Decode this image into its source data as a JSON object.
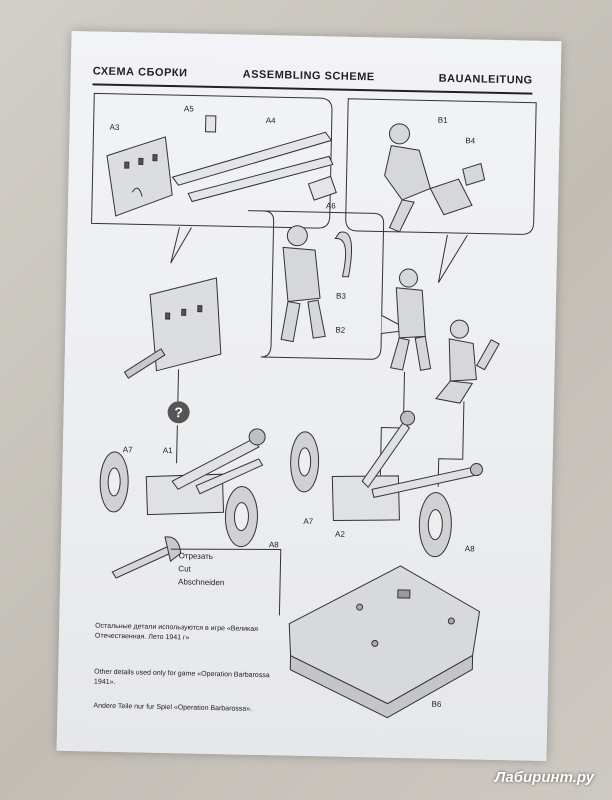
{
  "header": {
    "title_ru": "СХЕМА СБОРКИ",
    "title_en": "ASSEMBLING SCHEME",
    "title_de": "BAUANLEITUNG"
  },
  "part_labels": {
    "a1": "A1",
    "a2": "A2",
    "a3": "A3",
    "a4": "A4",
    "a5": "A5",
    "a6": "A6",
    "a7_left": "A7",
    "a7_right": "A7",
    "a8_left": "A8",
    "a8_right": "A8",
    "b1": "B1",
    "b2": "B2",
    "b3": "B3",
    "b4": "B4",
    "b6": "B6"
  },
  "question_mark": "?",
  "cut_instructions": {
    "ru": "Отрезать",
    "en": "Cut",
    "de": "Abschneiden"
  },
  "notes": {
    "ru": "Остальные детали используются в игре «Великая Отечественная. Лето 1941 г»",
    "en": "Other details used only for game «Operation Barbarossa 1941».",
    "de": "Andere Teile nur fur Spiel «Operation Barbarossa»."
  },
  "watermark": "Лабиринт.ру"
}
